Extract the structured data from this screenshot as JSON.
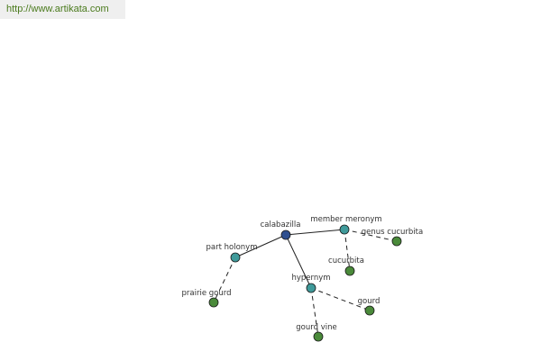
{
  "header": {
    "source_link": "http://www.artikata.com"
  },
  "colors": {
    "root": "#2f4f8f",
    "relation": "#3f9a9a",
    "term": "#4a8a3a",
    "link": "#4a7a1c"
  },
  "graph": {
    "nodes": [
      {
        "id": "calabazilla",
        "label": "calabazilla",
        "kind": "root"
      },
      {
        "id": "member-meronym",
        "label": "member meronym",
        "kind": "relation"
      },
      {
        "id": "part-holonym",
        "label": "part holonym",
        "kind": "relation"
      },
      {
        "id": "hypernym",
        "label": "hypernym",
        "kind": "relation"
      },
      {
        "id": "genus-cucurbita",
        "label": "genus cucurbita",
        "kind": "term"
      },
      {
        "id": "cucurbita",
        "label": "cucurbita",
        "kind": "term"
      },
      {
        "id": "prairie-gourd",
        "label": "prairie gourd",
        "kind": "term"
      },
      {
        "id": "gourd",
        "label": "gourd",
        "kind": "term"
      },
      {
        "id": "gourd-vine",
        "label": "gourd vine",
        "kind": "term"
      }
    ],
    "edges": [
      {
        "from": "calabazilla",
        "to": "member-meronym",
        "style": "solid"
      },
      {
        "from": "calabazilla",
        "to": "part-holonym",
        "style": "solid"
      },
      {
        "from": "calabazilla",
        "to": "hypernym",
        "style": "solid"
      },
      {
        "from": "member-meronym",
        "to": "genus-cucurbita",
        "style": "dashed"
      },
      {
        "from": "member-meronym",
        "to": "cucurbita",
        "style": "dashed"
      },
      {
        "from": "part-holonym",
        "to": "prairie-gourd",
        "style": "dashed"
      },
      {
        "from": "hypernym",
        "to": "gourd",
        "style": "dashed"
      },
      {
        "from": "hypernym",
        "to": "gourd-vine",
        "style": "dashed"
      }
    ]
  }
}
